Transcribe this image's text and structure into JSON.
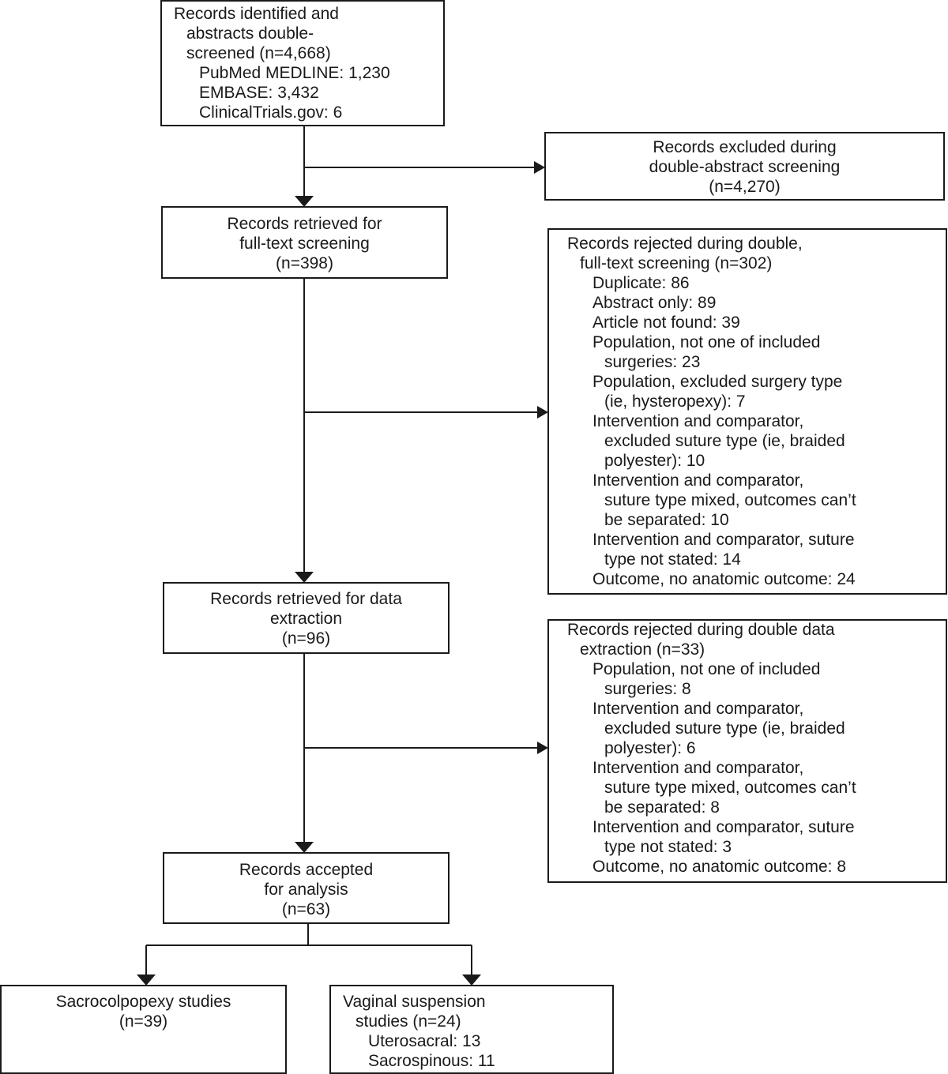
{
  "identified": {
    "lines": [
      "Records identified and",
      "abstracts double-",
      "screened (n=4,668)",
      "PubMed MEDLINE: 1,230",
      "EMBASE: 3,432",
      "ClinicalTrials.gov: 6"
    ]
  },
  "excluded_abstract": {
    "lines": [
      "Records excluded during",
      "double-abstract screening",
      "(n=4,270)"
    ]
  },
  "fulltext": {
    "lines": [
      "Records retrieved for",
      "full-text screening",
      "(n=398)"
    ]
  },
  "rejected_fulltext": {
    "lines": [
      "Records rejected during double,",
      "full-text screening (n=302)",
      "Duplicate: 86",
      "Abstract only: 89",
      "Article not found: 39",
      "Population, not one of included",
      "surgeries: 23",
      "Population, excluded surgery type",
      "(ie, hysteropexy): 7",
      "Intervention and comparator,",
      "excluded suture type (ie, braided",
      "polyester): 10",
      "Intervention and comparator,",
      "suture type mixed, outcomes can’t",
      "be separated: 10",
      "Intervention and comparator, suture",
      "type not stated: 14",
      "Outcome, no anatomic outcome: 24"
    ]
  },
  "extraction": {
    "lines": [
      "Records retrieved for data",
      "extraction",
      "(n=96)"
    ]
  },
  "rejected_extraction": {
    "lines": [
      "Records rejected during double data",
      "extraction (n=33)",
      "Population, not one of included",
      "surgeries: 8",
      "Intervention and comparator,",
      "excluded suture type (ie, braided",
      "polyester): 6",
      "Intervention and comparator,",
      "suture type mixed, outcomes can’t",
      "be separated: 8",
      "Intervention and comparator, suture",
      "type not stated: 3",
      "Outcome, no anatomic outcome: 8"
    ]
  },
  "accepted": {
    "lines": [
      "Records accepted",
      "for analysis",
      "(n=63)"
    ]
  },
  "sacrocolpopexy": {
    "lines": [
      "Sacrocolpopexy studies",
      "(n=39)"
    ]
  },
  "vaginal": {
    "lines": [
      "Vaginal suspension",
      "studies (n=24)",
      "Uterosacral: 13",
      "Sacrospinous: 11"
    ]
  }
}
